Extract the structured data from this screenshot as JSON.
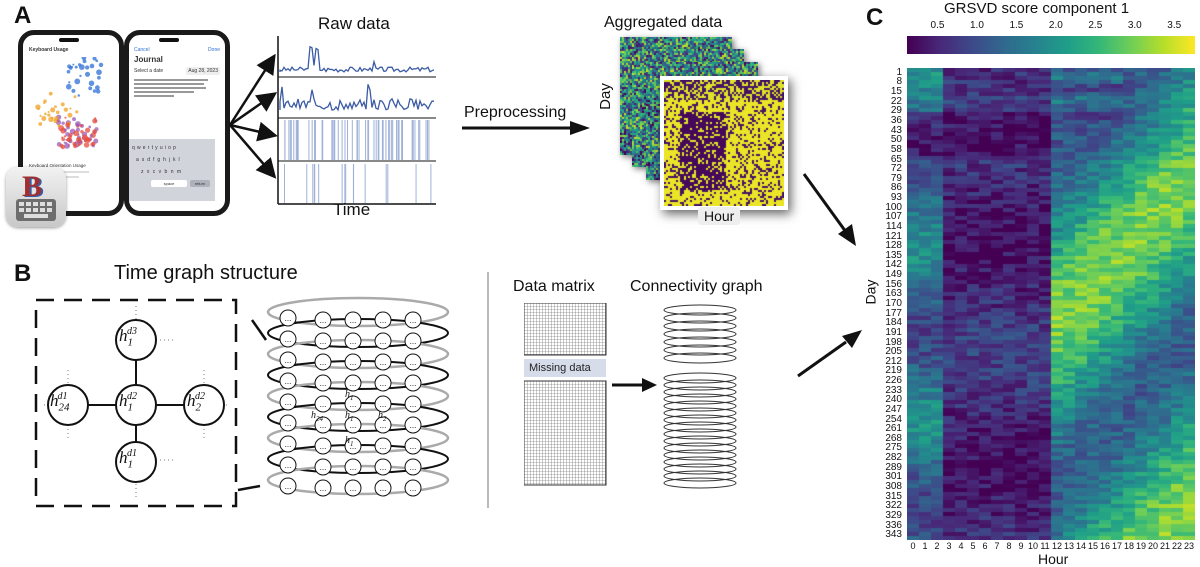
{
  "panels": {
    "a": "A",
    "b": "B",
    "c": "C"
  },
  "panel_a": {
    "phone1": {
      "header": "Keyboard Usage",
      "subheader": "Keyboard Orientation Usage"
    },
    "phone2": {
      "left_btn": "Cancel",
      "right_btn": "Done",
      "title": "Journal",
      "date_label": "Select a date",
      "date_value": "Aug 28, 2023",
      "keys_row1": "q w e r t y u i o p",
      "keys_row2": "a s d f g h j k l",
      "keys_row3": "z x c v b n m",
      "space": "space",
      "ret": "return"
    },
    "raw_title": "Raw data",
    "raw_xlabel": "Time",
    "preprocess_label": "Preprocessing",
    "agg_title": "Aggregated data",
    "agg_ylabel": "Day",
    "agg_xlabel": "Hour",
    "colors": {
      "viridis_dark": "#440154",
      "viridis_yellow": "#fde725",
      "line": "#3b5ba5"
    }
  },
  "panel_b": {
    "time_graph_title": "Time graph structure",
    "nodes": {
      "top": {
        "base": "h",
        "sub": "1",
        "sup": "d3"
      },
      "left": {
        "base": "h",
        "sub": "24",
        "sup": "d1"
      },
      "center": {
        "base": "h",
        "sub": "1",
        "sup": "d2"
      },
      "right": {
        "base": "h",
        "sub": "2",
        "sup": "d2"
      },
      "bottom": {
        "base": "h",
        "sub": "1",
        "sup": "d1"
      }
    },
    "ellipsis": "...",
    "data_matrix_title": "Data matrix",
    "missing_label": "Missing data",
    "connectivity_title": "Connectivity graph"
  },
  "panel_c": {
    "colorbar_title": "GRSVD score component 1",
    "colorbar_ticks": [
      "0.5",
      "1.0",
      "1.5",
      "2.0",
      "2.5",
      "3.0",
      "3.5"
    ],
    "ylabel": "Day",
    "xlabel": "Hour",
    "y_ticks": [
      "1",
      "8",
      "15",
      "22",
      "29",
      "36",
      "43",
      "50",
      "58",
      "65",
      "72",
      "79",
      "86",
      "93",
      "100",
      "107",
      "114",
      "121",
      "128",
      "135",
      "142",
      "149",
      "156",
      "163",
      "170",
      "177",
      "184",
      "191",
      "198",
      "205",
      "212",
      "219",
      "226",
      "233",
      "240",
      "247",
      "254",
      "261",
      "268",
      "275",
      "282",
      "289",
      "301",
      "308",
      "315",
      "322",
      "329",
      "336",
      "343"
    ],
    "x_ticks": [
      "0",
      "1",
      "2",
      "3",
      "4",
      "5",
      "6",
      "7",
      "8",
      "9",
      "10",
      "11",
      "12",
      "13",
      "14",
      "15",
      "16",
      "17",
      "18",
      "19",
      "20",
      "21",
      "22",
      "23"
    ]
  }
}
